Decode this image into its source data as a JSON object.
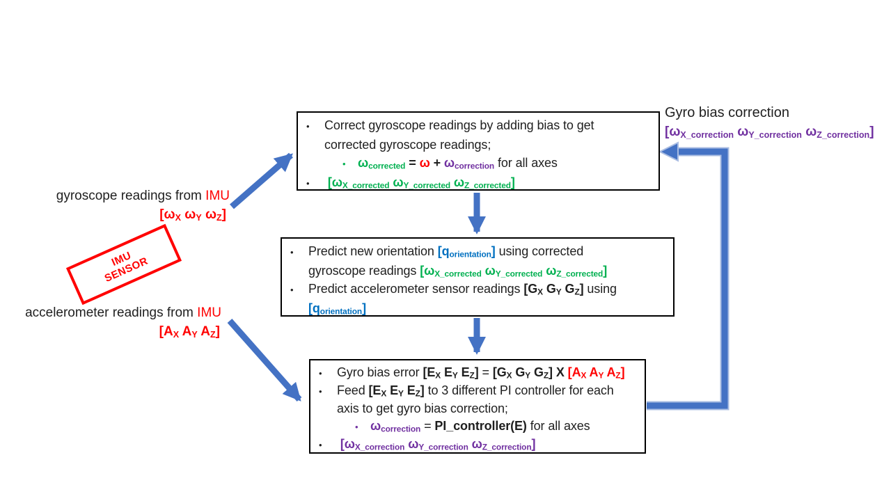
{
  "colors": {
    "black": "#1f1f1f",
    "red": "#FF0000",
    "green": "#00B050",
    "purple": "#7030A0",
    "blue": "#0070C0",
    "arrow_blue": "#4472C4",
    "arrow_outline": "#A9BCE2"
  },
  "labels": {
    "gyro_reading_line1": [
      {
        "t": "gyroscope readings from "
      },
      {
        "t": "IMU",
        "c": "red"
      }
    ],
    "gyro_reading_line2": [
      {
        "t": "[ω",
        "c": "red",
        "b": 1
      },
      {
        "t": "X",
        "c": "red",
        "b": 1,
        "sub": 1
      },
      {
        "t": " ω",
        "c": "red",
        "b": 1
      },
      {
        "t": "Y",
        "c": "red",
        "b": 1,
        "sub": 1
      },
      {
        "t": " ω",
        "c": "red",
        "b": 1
      },
      {
        "t": "Z",
        "c": "red",
        "b": 1,
        "sub": 1
      },
      {
        "t": "]",
        "c": "red",
        "b": 1
      }
    ],
    "accel_reading_line1": [
      {
        "t": "accelerometer readings from "
      },
      {
        "t": "IMU",
        "c": "red"
      }
    ],
    "accel_reading_line2": [
      {
        "t": "[A",
        "c": "red",
        "b": 1
      },
      {
        "t": "X",
        "c": "red",
        "b": 1,
        "sub": 1
      },
      {
        "t": " A",
        "c": "red",
        "b": 1
      },
      {
        "t": "Y",
        "c": "red",
        "b": 1,
        "sub": 1
      },
      {
        "t": " A",
        "c": "red",
        "b": 1
      },
      {
        "t": "Z",
        "c": "red",
        "b": 1,
        "sub": 1
      },
      {
        "t": "]",
        "c": "red",
        "b": 1
      }
    ],
    "gyro_bias_line1": [
      {
        "t": "Gyro bias correction"
      }
    ],
    "gyro_bias_line2": [
      {
        "t": "[ω",
        "c": "purple",
        "b": 1
      },
      {
        "t": "X_correction",
        "c": "purple",
        "b": 1,
        "sub": 1
      },
      {
        "t": " ω",
        "c": "purple",
        "b": 1
      },
      {
        "t": "Y_correction",
        "c": "purple",
        "b": 1,
        "sub": 1
      },
      {
        "t": " ω",
        "c": "purple",
        "b": 1
      },
      {
        "t": "Z_correction",
        "c": "purple",
        "b": 1,
        "sub": 1
      },
      {
        "t": "]",
        "c": "purple",
        "b": 1
      }
    ]
  },
  "imu_sensor": {
    "line1": "IMU",
    "line2": "SENSOR"
  },
  "boxes": {
    "correct_gyro": {
      "lines": [
        {
          "b": "black",
          "seg": [
            {
              "t": "Correct gyroscope readings by adding bias to get"
            }
          ]
        },
        {
          "b": null,
          "seg": [
            {
              "t": "corrected gyroscope readings;"
            }
          ]
        },
        {
          "b": "green",
          "ind": 1,
          "seg": [
            {
              "t": "ω",
              "c": "green",
              "b": 1
            },
            {
              "t": "corrected",
              "c": "green",
              "b": 1,
              "sub": 1
            },
            {
              "t": " = ",
              "b": 1
            },
            {
              "t": "ω",
              "c": "red",
              "b": 1
            },
            {
              "t": " + ",
              "b": 1
            },
            {
              "t": "ω",
              "c": "purple",
              "b": 1
            },
            {
              "t": "correction",
              "c": "purple",
              "b": 1,
              "sub": 1
            },
            {
              "t": " for all axes"
            }
          ]
        },
        {
          "b": "black",
          "seg": [
            {
              "t": " [ω",
              "c": "green",
              "b": 1
            },
            {
              "t": "X_corrected",
              "c": "green",
              "b": 1,
              "sub": 1
            },
            {
              "t": " ω",
              "c": "green",
              "b": 1
            },
            {
              "t": "Y_corrected",
              "c": "green",
              "b": 1,
              "sub": 1
            },
            {
              "t": " ω",
              "c": "green",
              "b": 1
            },
            {
              "t": "Z_corrected",
              "c": "green",
              "b": 1,
              "sub": 1
            },
            {
              "t": "]",
              "c": "green",
              "b": 1
            }
          ]
        }
      ]
    },
    "predict_orientation": {
      "lines": [
        {
          "b": "black",
          "seg": [
            {
              "t": "Predict new orientation "
            },
            {
              "t": "[q",
              "c": "blue",
              "b": 1
            },
            {
              "t": "orientation",
              "c": "blue",
              "b": 1,
              "sub": 1
            },
            {
              "t": "]",
              "c": "blue",
              "b": 1
            },
            {
              "t": " using corrected"
            }
          ]
        },
        {
          "b": null,
          "seg": [
            {
              "t": "gyroscope readings "
            },
            {
              "t": "[ω",
              "c": "green",
              "b": 1
            },
            {
              "t": "X_corrected",
              "c": "green",
              "b": 1,
              "sub": 1
            },
            {
              "t": " ω",
              "c": "green",
              "b": 1
            },
            {
              "t": "Y_corrected",
              "c": "green",
              "b": 1,
              "sub": 1
            },
            {
              "t": " ω",
              "c": "green",
              "b": 1
            },
            {
              "t": "Z_corrected",
              "c": "green",
              "b": 1,
              "sub": 1
            },
            {
              "t": "]",
              "c": "green",
              "b": 1
            }
          ]
        },
        {
          "b": "black",
          "seg": [
            {
              "t": "Predict accelerometer sensor readings "
            },
            {
              "t": "[G",
              "b": 1
            },
            {
              "t": "X",
              "b": 1,
              "sub": 1
            },
            {
              "t": " G",
              "b": 1
            },
            {
              "t": "Y",
              "b": 1,
              "sub": 1
            },
            {
              "t": " G",
              "b": 1
            },
            {
              "t": "Z",
              "b": 1,
              "sub": 1
            },
            {
              "t": "]",
              "b": 1
            },
            {
              "t": " using"
            }
          ]
        },
        {
          "b": null,
          "seg": [
            {
              "t": "[q",
              "c": "blue",
              "b": 1
            },
            {
              "t": "orientation",
              "c": "blue",
              "b": 1,
              "sub": 1
            },
            {
              "t": "]",
              "c": "blue",
              "b": 1
            }
          ]
        }
      ]
    },
    "gyro_bias_error": {
      "lines": [
        {
          "b": "black",
          "seg": [
            {
              "t": "Gyro bias error "
            },
            {
              "t": "[E",
              "b": 1
            },
            {
              "t": "X",
              "b": 1,
              "sub": 1
            },
            {
              "t": " E",
              "b": 1
            },
            {
              "t": "Y",
              "b": 1,
              "sub": 1
            },
            {
              "t": " E",
              "b": 1
            },
            {
              "t": "Z",
              "b": 1,
              "sub": 1
            },
            {
              "t": "]",
              "b": 1
            },
            {
              "t": " = "
            },
            {
              "t": "[G",
              "b": 1
            },
            {
              "t": "X",
              "b": 1,
              "sub": 1
            },
            {
              "t": " G",
              "b": 1
            },
            {
              "t": "Y",
              "b": 1,
              "sub": 1
            },
            {
              "t": " G",
              "b": 1
            },
            {
              "t": "Z",
              "b": 1,
              "sub": 1
            },
            {
              "t": "]",
              "b": 1
            },
            {
              "t": " X ",
              "b": 1
            },
            {
              "t": "[A",
              "c": "red",
              "b": 1
            },
            {
              "t": "X",
              "c": "red",
              "b": 1,
              "sub": 1
            },
            {
              "t": " A",
              "c": "red",
              "b": 1
            },
            {
              "t": "Y",
              "c": "red",
              "b": 1,
              "sub": 1
            },
            {
              "t": " A",
              "c": "red",
              "b": 1
            },
            {
              "t": "Z",
              "c": "red",
              "b": 1,
              "sub": 1
            },
            {
              "t": "]",
              "c": "red",
              "b": 1
            }
          ]
        },
        {
          "b": "black",
          "seg": [
            {
              "t": "Feed "
            },
            {
              "t": "[E",
              "b": 1
            },
            {
              "t": "X",
              "b": 1,
              "sub": 1
            },
            {
              "t": " E",
              "b": 1
            },
            {
              "t": "Y",
              "b": 1,
              "sub": 1
            },
            {
              "t": " E",
              "b": 1
            },
            {
              "t": "Z",
              "b": 1,
              "sub": 1
            },
            {
              "t": "]",
              "b": 1
            },
            {
              "t": " to 3 different PI controller for each"
            }
          ]
        },
        {
          "b": null,
          "seg": [
            {
              "t": "axis to get gyro bias correction;"
            }
          ]
        },
        {
          "b": "purple",
          "ind": 1,
          "seg": [
            {
              "t": "ω",
              "c": "purple",
              "b": 1
            },
            {
              "t": "correction",
              "c": "purple",
              "b": 1,
              "sub": 1
            },
            {
              "t": " = "
            },
            {
              "t": "PI_controller(E)",
              "b": 1
            },
            {
              "t": " for all axes"
            }
          ]
        },
        {
          "b": "black",
          "seg": [
            {
              "t": " [ω",
              "c": "purple",
              "b": 1
            },
            {
              "t": "X_correction",
              "c": "purple",
              "b": 1,
              "sub": 1
            },
            {
              "t": " ω",
              "c": "purple",
              "b": 1
            },
            {
              "t": "Y_correction",
              "c": "purple",
              "b": 1,
              "sub": 1
            },
            {
              "t": " ω",
              "c": "purple",
              "b": 1
            },
            {
              "t": "Z_correction",
              "c": "purple",
              "b": 1,
              "sub": 1
            },
            {
              "t": "]",
              "c": "purple",
              "b": 1
            }
          ]
        }
      ]
    }
  }
}
